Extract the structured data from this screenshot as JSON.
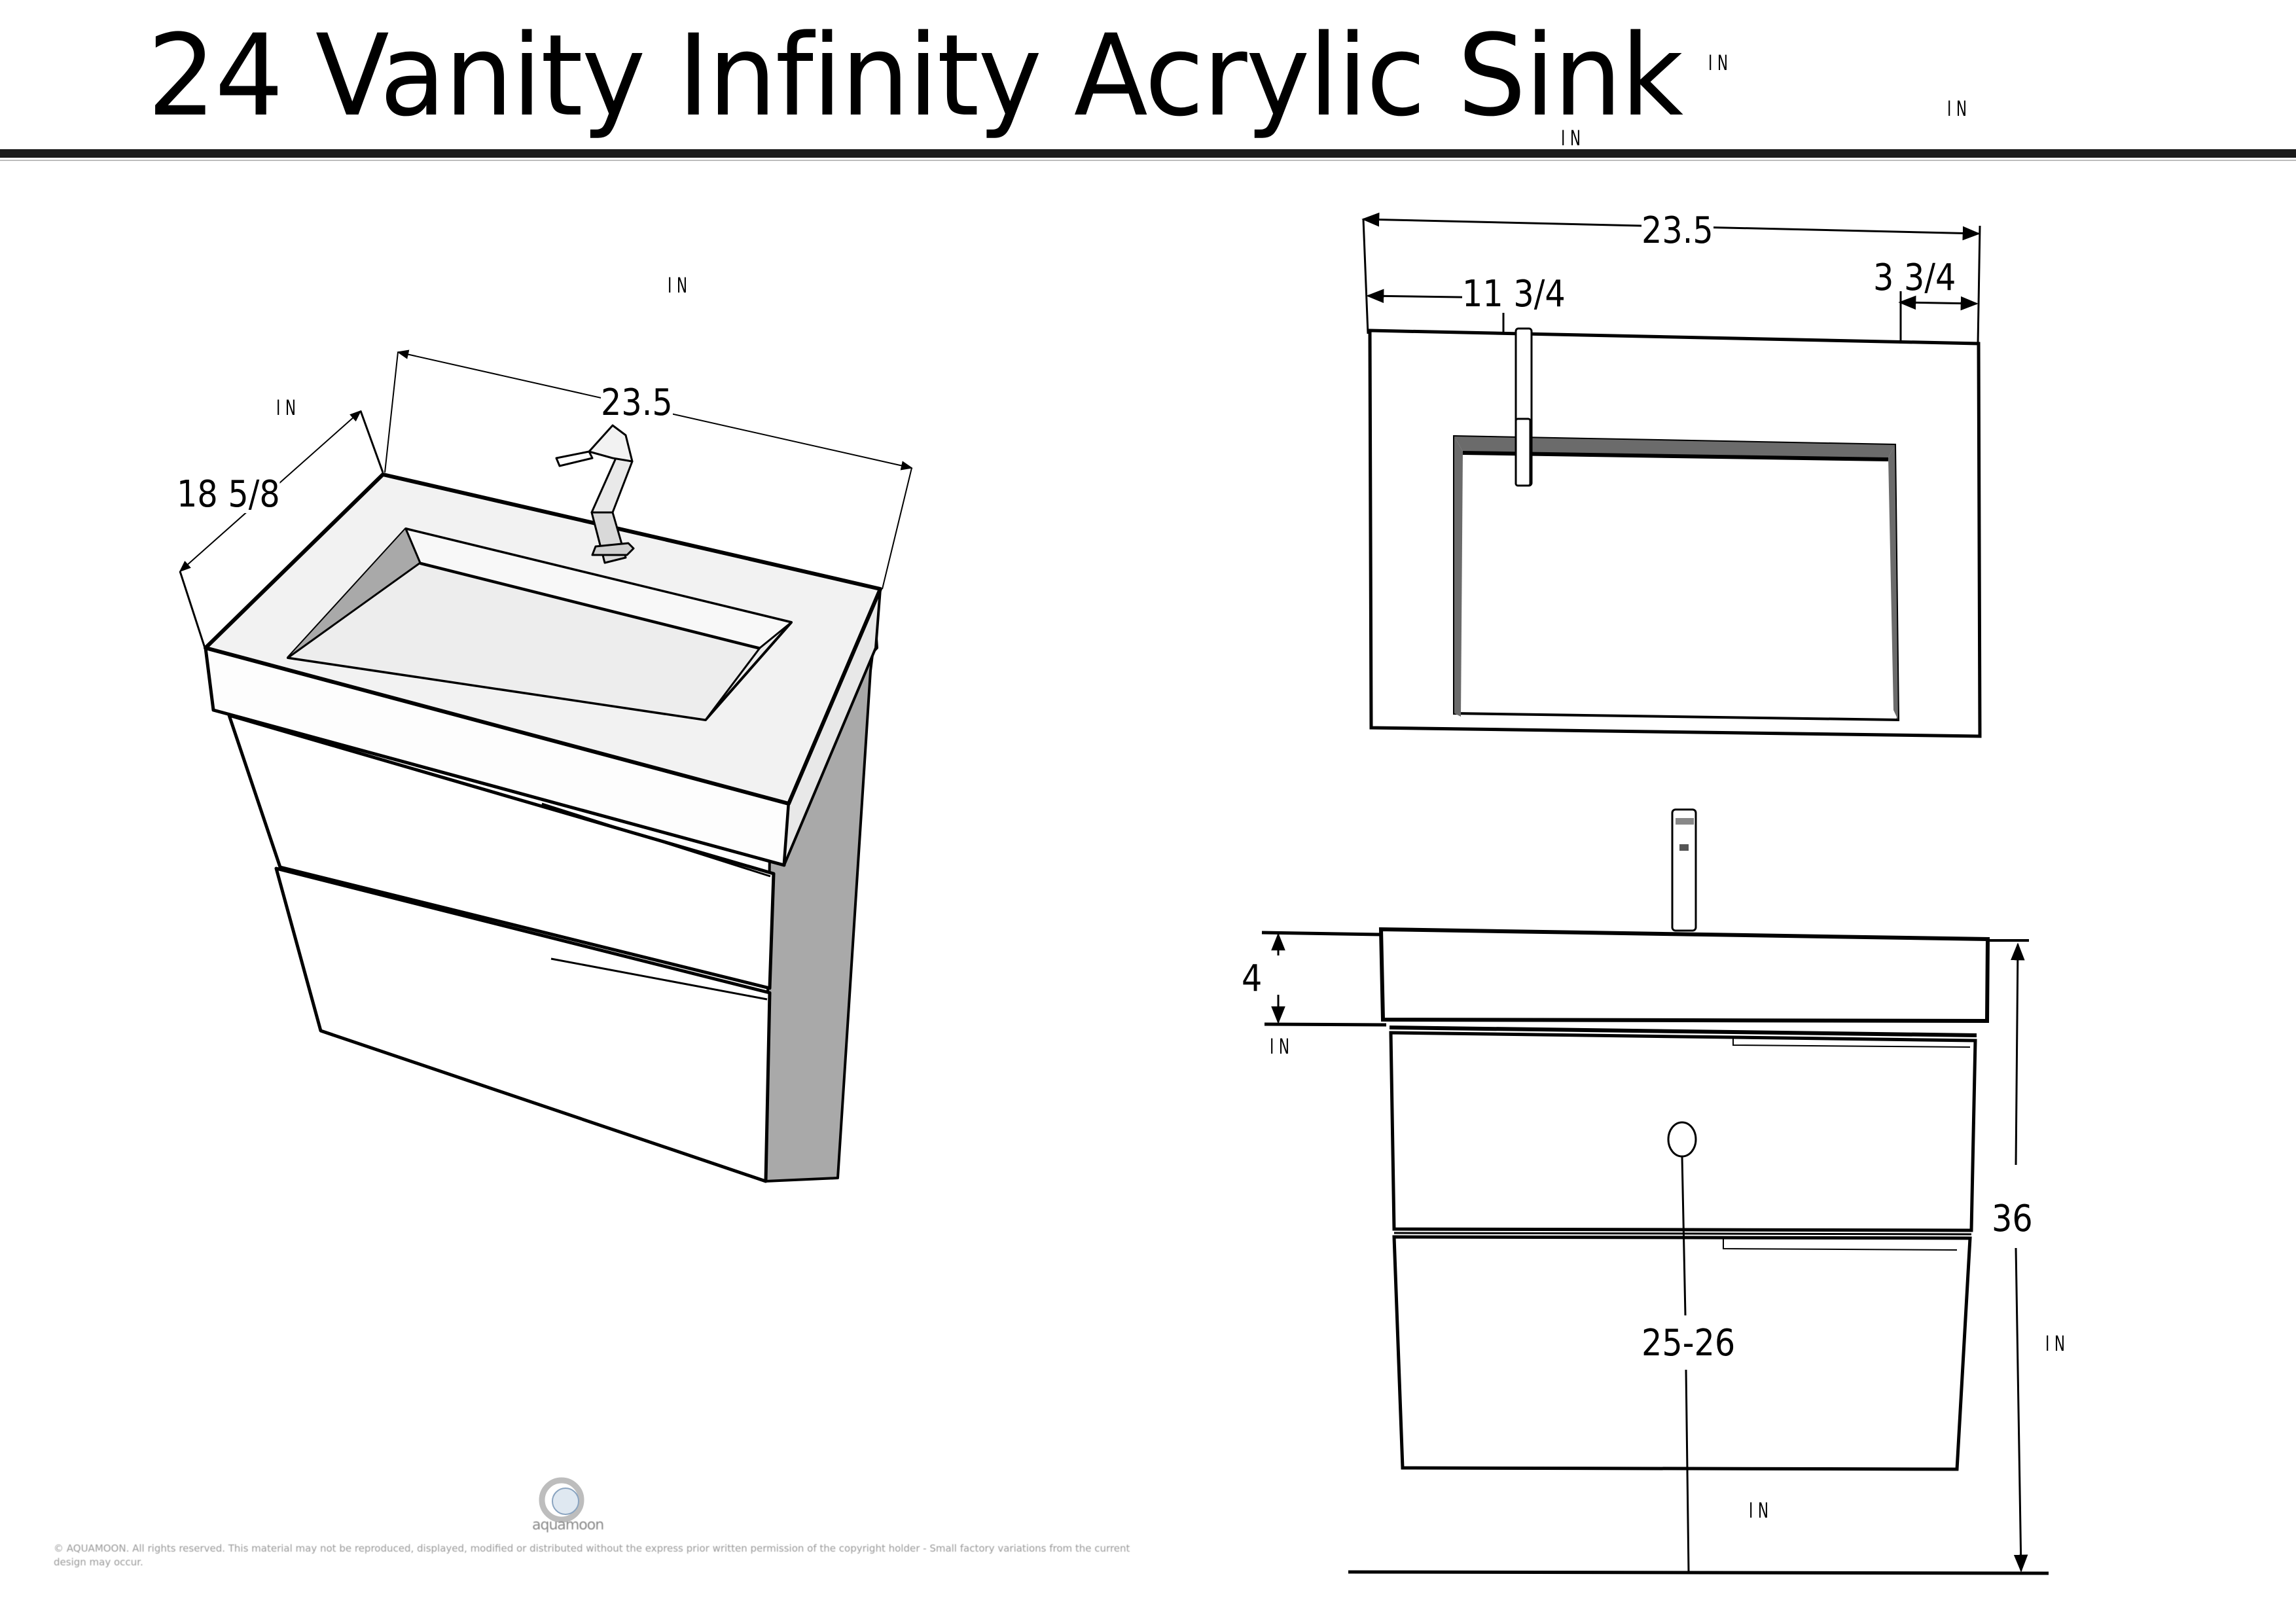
{
  "title": "24 Vanity Infinity Acrylic Sink",
  "unit_label": "IN",
  "isometric_view": {
    "width_label": "23.5",
    "depth_label": "18 5/8",
    "drawers": 2
  },
  "top_view": {
    "overall_width": "23.5",
    "faucet_offset_left": "11 3/4",
    "faucet_offset_right": "3 3/4"
  },
  "front_view": {
    "sink_height": "4",
    "total_height": "36",
    "drain_height": "25-26"
  },
  "footer": {
    "brand": "aquamoon",
    "copyright": "© AQUAMOON. All rights reserved. This material may not be reproduced, displayed, modified or distributed without the express prior written permission of the copyright holder - Small factory variations from the current design may occur."
  },
  "colors": {
    "line": "#000000",
    "shade_dark": "#6b6b6b",
    "shade_mid": "#a9a9a9",
    "shade_light": "#ececec",
    "background": "#ffffff"
  }
}
